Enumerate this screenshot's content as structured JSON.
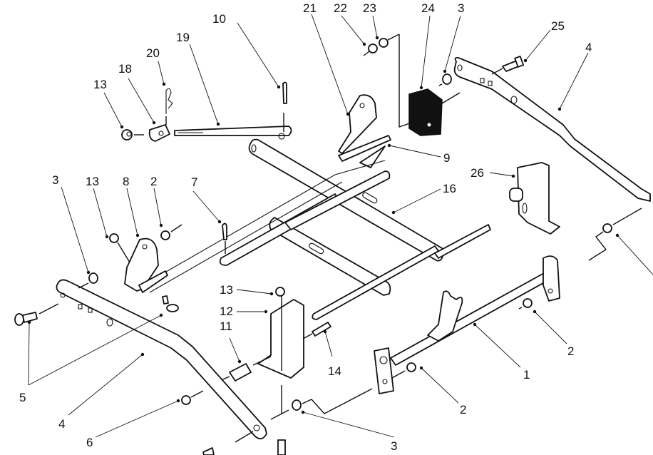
{
  "diagram": {
    "type": "exploded-parts-diagram",
    "callouts": [
      {
        "id": "c10",
        "label": "10",
        "part": "cotter-pin"
      },
      {
        "id": "c19",
        "label": "19",
        "part": "threaded-rod"
      },
      {
        "id": "c20",
        "label": "20",
        "part": "hair-pin-clip"
      },
      {
        "id": "c18",
        "label": "18",
        "part": "swivel-block"
      },
      {
        "id": "c13a",
        "label": "13",
        "part": "lock-nut"
      },
      {
        "id": "c21",
        "label": "21",
        "part": "bracket"
      },
      {
        "id": "c22",
        "label": "22",
        "part": "nut"
      },
      {
        "id": "c23",
        "label": "23",
        "part": "washer"
      },
      {
        "id": "c24",
        "label": "24",
        "part": "bumper-pad"
      },
      {
        "id": "c3a",
        "label": "3",
        "part": "bushing"
      },
      {
        "id": "c25",
        "label": "25",
        "part": "bolt"
      },
      {
        "id": "c4a",
        "label": "4",
        "part": "lift-arm"
      },
      {
        "id": "c9",
        "label": "9",
        "part": "bracket"
      },
      {
        "id": "c26",
        "label": "26",
        "part": "pivot-bracket"
      },
      {
        "id": "c16",
        "label": "16",
        "part": "frame-assembly"
      },
      {
        "id": "c3b",
        "label": "3",
        "part": "bushing"
      },
      {
        "id": "c13b",
        "label": "13",
        "part": "lock-nut"
      },
      {
        "id": "c8",
        "label": "8",
        "part": "bracket"
      },
      {
        "id": "c2a",
        "label": "2",
        "part": "nut"
      },
      {
        "id": "c7",
        "label": "7",
        "part": "cotter-pin"
      },
      {
        "id": "c13c",
        "label": "13",
        "part": "lock-nut"
      },
      {
        "id": "c12",
        "label": "12",
        "part": "angle-bracket"
      },
      {
        "id": "c11",
        "label": "11",
        "part": "spacer"
      },
      {
        "id": "c14",
        "label": "14",
        "part": "bolt"
      },
      {
        "id": "c1",
        "label": "1",
        "part": "lift-shaft"
      },
      {
        "id": "c2b",
        "label": "2",
        "part": "nut"
      },
      {
        "id": "c2c",
        "label": "2",
        "part": "nut"
      },
      {
        "id": "c5",
        "label": "5",
        "part": "carriage-bolt"
      },
      {
        "id": "c4b",
        "label": "4",
        "part": "lift-arm"
      },
      {
        "id": "c6",
        "label": "6",
        "part": "flange-nut"
      },
      {
        "id": "c3c",
        "label": "3",
        "part": "bushing"
      }
    ]
  }
}
